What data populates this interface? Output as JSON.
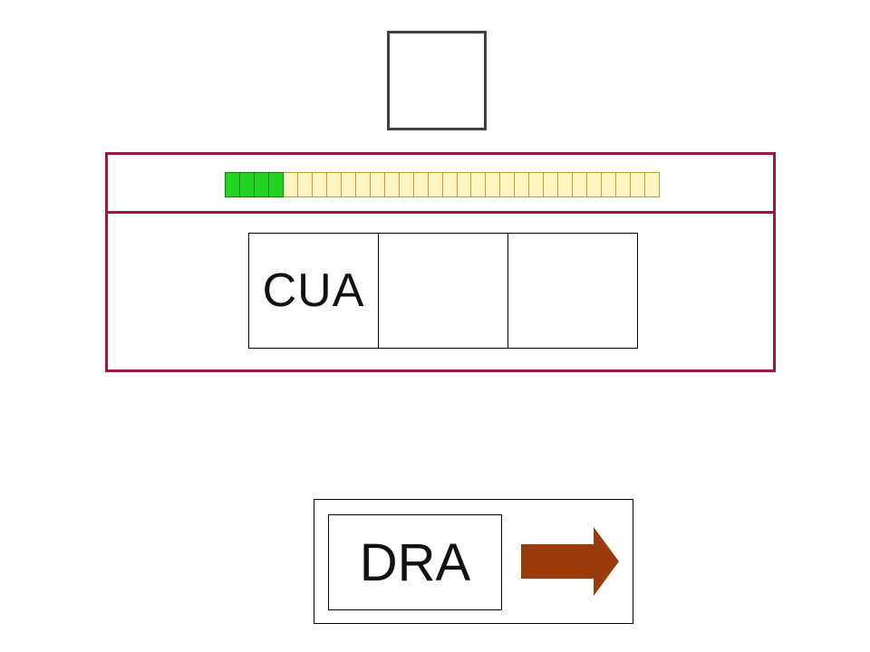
{
  "progress": {
    "total_segments": 30,
    "filled_segments": 4,
    "filled_color": "#22d422",
    "empty_color": "#fff6c2"
  },
  "codon_slots": [
    {
      "text": "CUA"
    },
    {
      "text": ""
    },
    {
      "text": ""
    }
  ],
  "answer": {
    "text": "DRA"
  },
  "next_button": {
    "icon": "arrow-right-icon",
    "color": "#9b3a0a"
  },
  "colors": {
    "panel_border": "#9b1b3e"
  }
}
